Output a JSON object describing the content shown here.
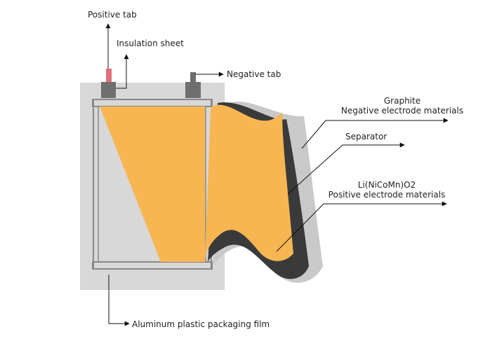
{
  "labels": {
    "positive_tab": "Positive tab",
    "insulation_sheet": "Insulation sheet",
    "negative_tab": "Negative tab",
    "graphite_line1": "Graphite",
    "graphite_line2": "Negative electrode materials",
    "separator": "Separator",
    "cathode_line1": "Li(NiCoMn)O2",
    "cathode_line2": "Positive electrode materials",
    "packaging_film": "Aluminum plastic packaging film"
  },
  "colors": {
    "casing": "#d8d8d8",
    "frame": "#888888",
    "electrode": "#f7b652",
    "positive_tab": "#e0707a",
    "tab": "#6f6f6f",
    "separator_layer": "#3a3a3a",
    "graphite_layer": "#c9c9c9",
    "leader": "#111111"
  }
}
